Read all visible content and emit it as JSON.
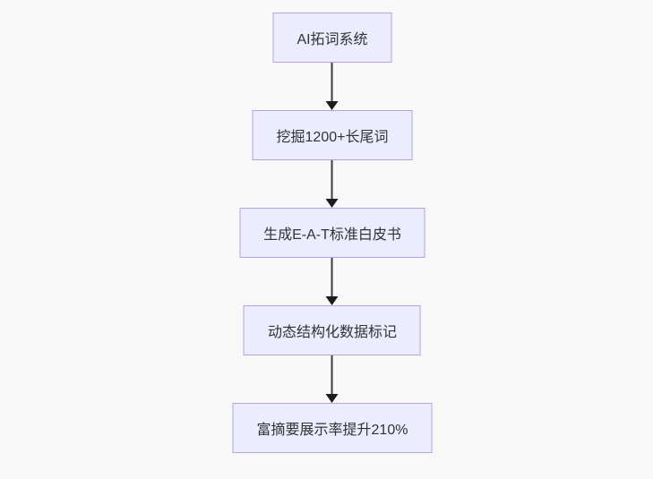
{
  "diagram": {
    "type": "flowchart",
    "direction": "top-down",
    "nodes": [
      {
        "id": "step-1",
        "label": "AI拓词系统"
      },
      {
        "id": "step-2",
        "label": "挖掘1200+长尾词"
      },
      {
        "id": "step-3",
        "label": "生成E-A-T标准白皮书"
      },
      {
        "id": "step-4",
        "label": "动态结构化数据标记"
      },
      {
        "id": "step-5",
        "label": "富摘要展示率提升210%"
      }
    ],
    "edges": [
      {
        "from": "step-1",
        "to": "step-2",
        "style": "arrow-down"
      },
      {
        "from": "step-2",
        "to": "step-3",
        "style": "arrow-down"
      },
      {
        "from": "step-3",
        "to": "step-4",
        "style": "arrow-down"
      },
      {
        "from": "step-4",
        "to": "step-5",
        "style": "arrow-down"
      }
    ],
    "colors": {
      "bg": "#f8f8f8",
      "node_fill": "#ECECFF",
      "node_border": "#b3a4e0",
      "text": "#333333",
      "arrow_line": "#3f3f3f",
      "arrow_head": "#1c1c1c"
    }
  }
}
